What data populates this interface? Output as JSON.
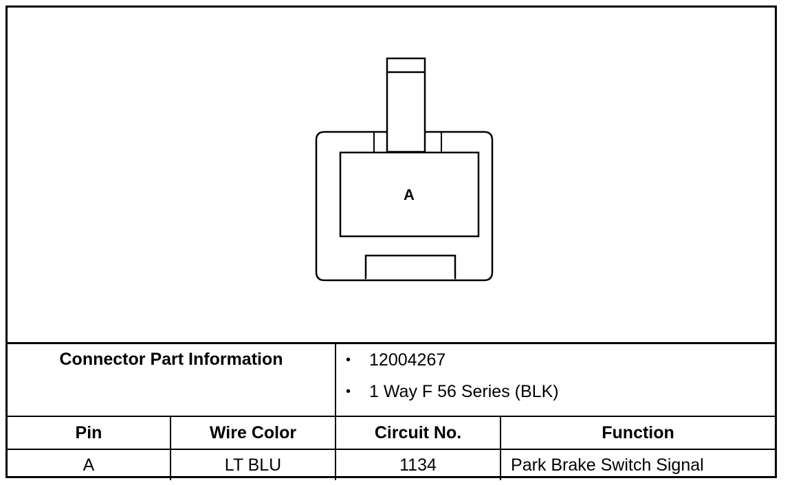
{
  "connector": {
    "pin_label": "A"
  },
  "part_info": {
    "label": "Connector Part Information",
    "items": [
      "12004267",
      "1 Way F 56 Series (BLK)"
    ]
  },
  "pin_table": {
    "headers": [
      "Pin",
      "Wire Color",
      "Circuit No.",
      "Function"
    ],
    "rows": [
      [
        "A",
        "LT BLU",
        "1134",
        "Park Brake Switch Signal"
      ]
    ]
  }
}
